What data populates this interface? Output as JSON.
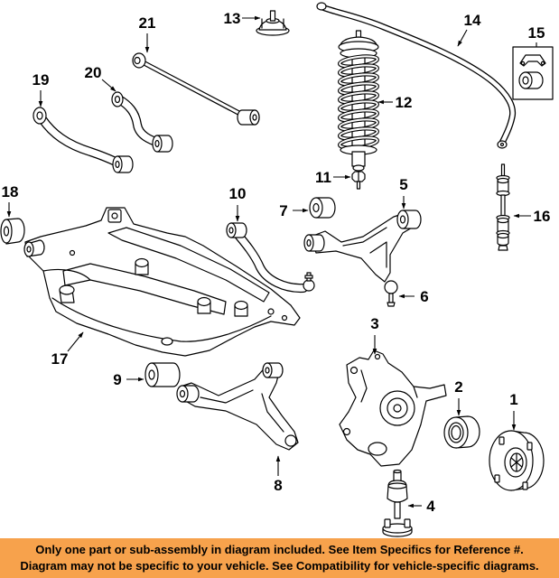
{
  "diagram": {
    "callouts": [
      "1",
      "2",
      "3",
      "4",
      "5",
      "6",
      "7",
      "8",
      "9",
      "10",
      "11",
      "12",
      "13",
      "14",
      "15",
      "16",
      "17",
      "18",
      "19",
      "20",
      "21"
    ]
  },
  "footer": {
    "line1": "Only one part or sub-assembly in diagram included. See Item Specifics for Reference #.",
    "line2": "Diagram may not be specific to your vehicle. See Compatibility for vehicle-specific diagrams."
  },
  "colors": {
    "background": "#ffffff",
    "ink": "#000000",
    "footer_background": "#f7a24c"
  }
}
